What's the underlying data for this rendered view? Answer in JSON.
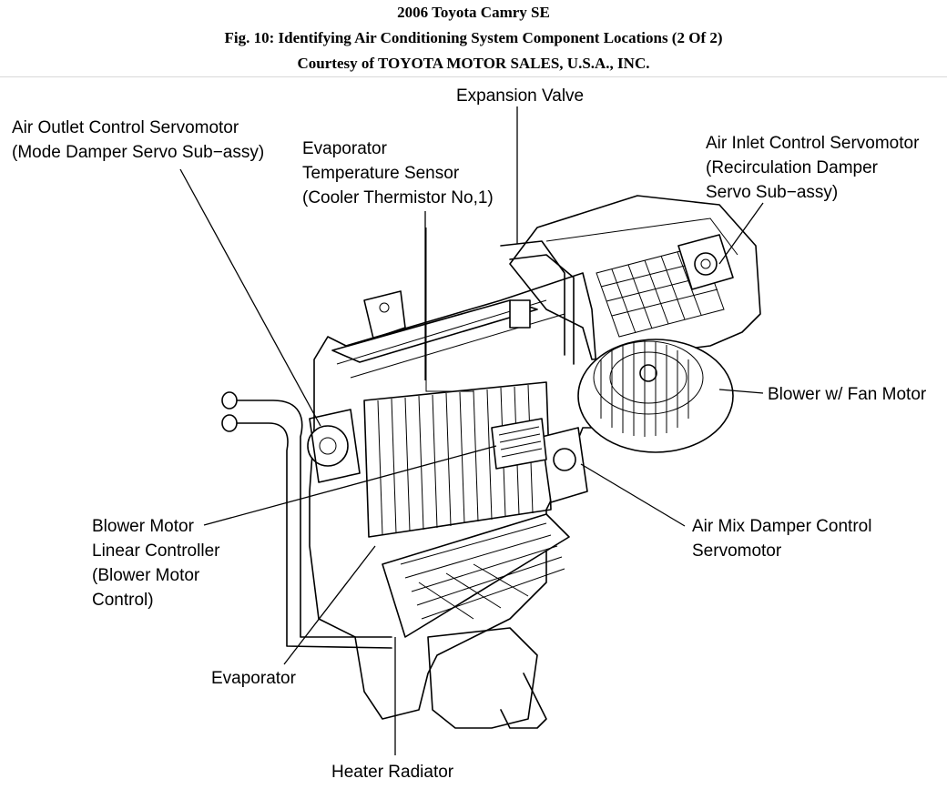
{
  "header": {
    "line1": "2006 Toyota Camry SE",
    "line2": "Fig. 10: Identifying Air Conditioning System Component Locations (2 Of 2)",
    "line3": "Courtesy of TOYOTA MOTOR SALES, U.S.A., INC."
  },
  "labels": {
    "expansion_valve": [
      "Expansion Valve"
    ],
    "air_outlet_servomotor": [
      "Air Outlet Control Servomotor",
      "(Mode Damper Servo Sub−assy)"
    ],
    "evaporator_temp_sensor": [
      "Evaporator",
      "Temperature Sensor",
      "(Cooler Thermistor No,1)"
    ],
    "air_inlet_servomotor": [
      "Air Inlet Control Servomotor",
      "(Recirculation Damper",
      "Servo Sub−assy)"
    ],
    "blower_fan_motor": [
      "Blower w/ Fan Motor"
    ],
    "blower_motor_linear_controller": [
      "Blower Motor",
      "Linear Controller",
      "(Blower Motor",
      "Control)"
    ],
    "air_mix_servomotor": [
      "Air Mix Damper Control",
      "Servomotor"
    ],
    "evaporator": [
      "Evaporator"
    ],
    "heater_radiator": [
      "Heater Radiator"
    ]
  }
}
